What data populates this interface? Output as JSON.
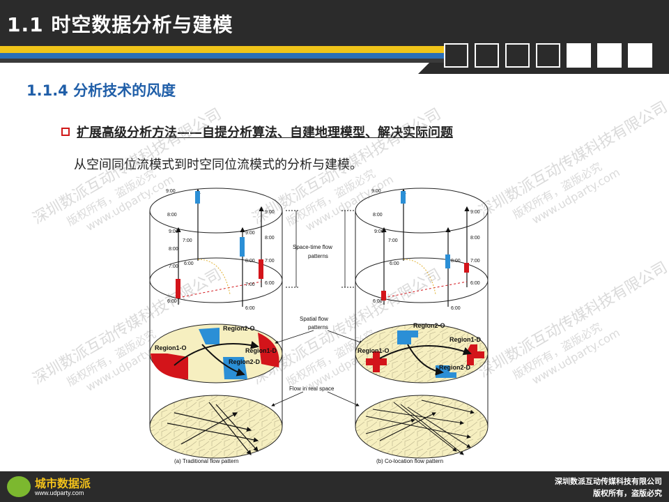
{
  "slide": {
    "title": "1.1 时空数据分析与建模",
    "subtitle": "1.1.4 分析技术的风度",
    "bullet": "扩展高级分析方法——自提分析算法、自建地理模型、解决实际问题",
    "body": "从空间同位流模式到时空同位流模式的分析与建模。"
  },
  "watermark": {
    "company": "深圳数派互动传媒科技有限公司",
    "rights": "版权所有，盗版必究",
    "url": "www.udparty.com"
  },
  "figure": {
    "labels": {
      "spacetime": [
        "Space-time flow",
        "patterns"
      ],
      "spatial": [
        "Spatial flow",
        "patterns"
      ],
      "real": "Flow in real space",
      "region1o": "Region1-O",
      "region2o": "Region2-O",
      "region1d": "Region1-D",
      "region2d": "Region2-D",
      "captionA": "(a) Traditional flow pattern",
      "captionB": "(b) Co-location flow pattern"
    },
    "times": {
      "t900": "9:00",
      "t800": "8:00",
      "t700": "7:00",
      "t600": "6:00"
    }
  },
  "footer": {
    "logo_name": "城市数据派",
    "logo_url": "www.udparty.com",
    "company": "深圳数派互动传媒科技有限公司",
    "rights": "版权所有，盗版必究"
  },
  "colors": {
    "bar": "#2b2b2b",
    "accent_yellow": "#f0c419",
    "accent_blue": "#2a6fb8",
    "subtitle_blue": "#1f5ea8",
    "bullet_red": "#d01818",
    "region_red": "#d3141a",
    "region_blue": "#2b8fd6",
    "map_fill": "#f6efc0"
  }
}
